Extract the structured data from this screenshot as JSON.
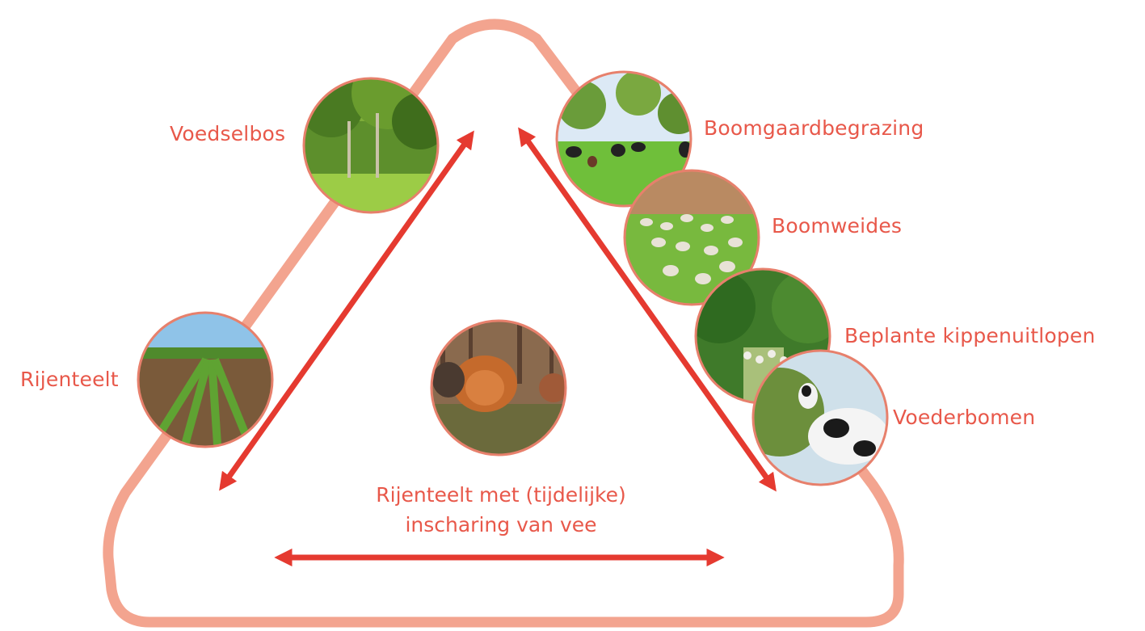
{
  "practices": {
    "food_forest": "Voedselbos",
    "orchard_grazing": "Boomgaardbegrazing",
    "tree_pastures": "Boomweides",
    "planted_chicken_runs": "Beplante kippenuitlopen",
    "fodder_trees": "Voederbomen",
    "row_cropping": "Rijenteelt",
    "center_line1": "Rijenteelt met (tijdelijke)",
    "center_line2": "inscharing van vee"
  },
  "colors": {
    "triangle_outline": "#f3a48f",
    "arrow": "#e53a30",
    "label_text": "#e8584a",
    "photo_ring": "#e7806c"
  }
}
